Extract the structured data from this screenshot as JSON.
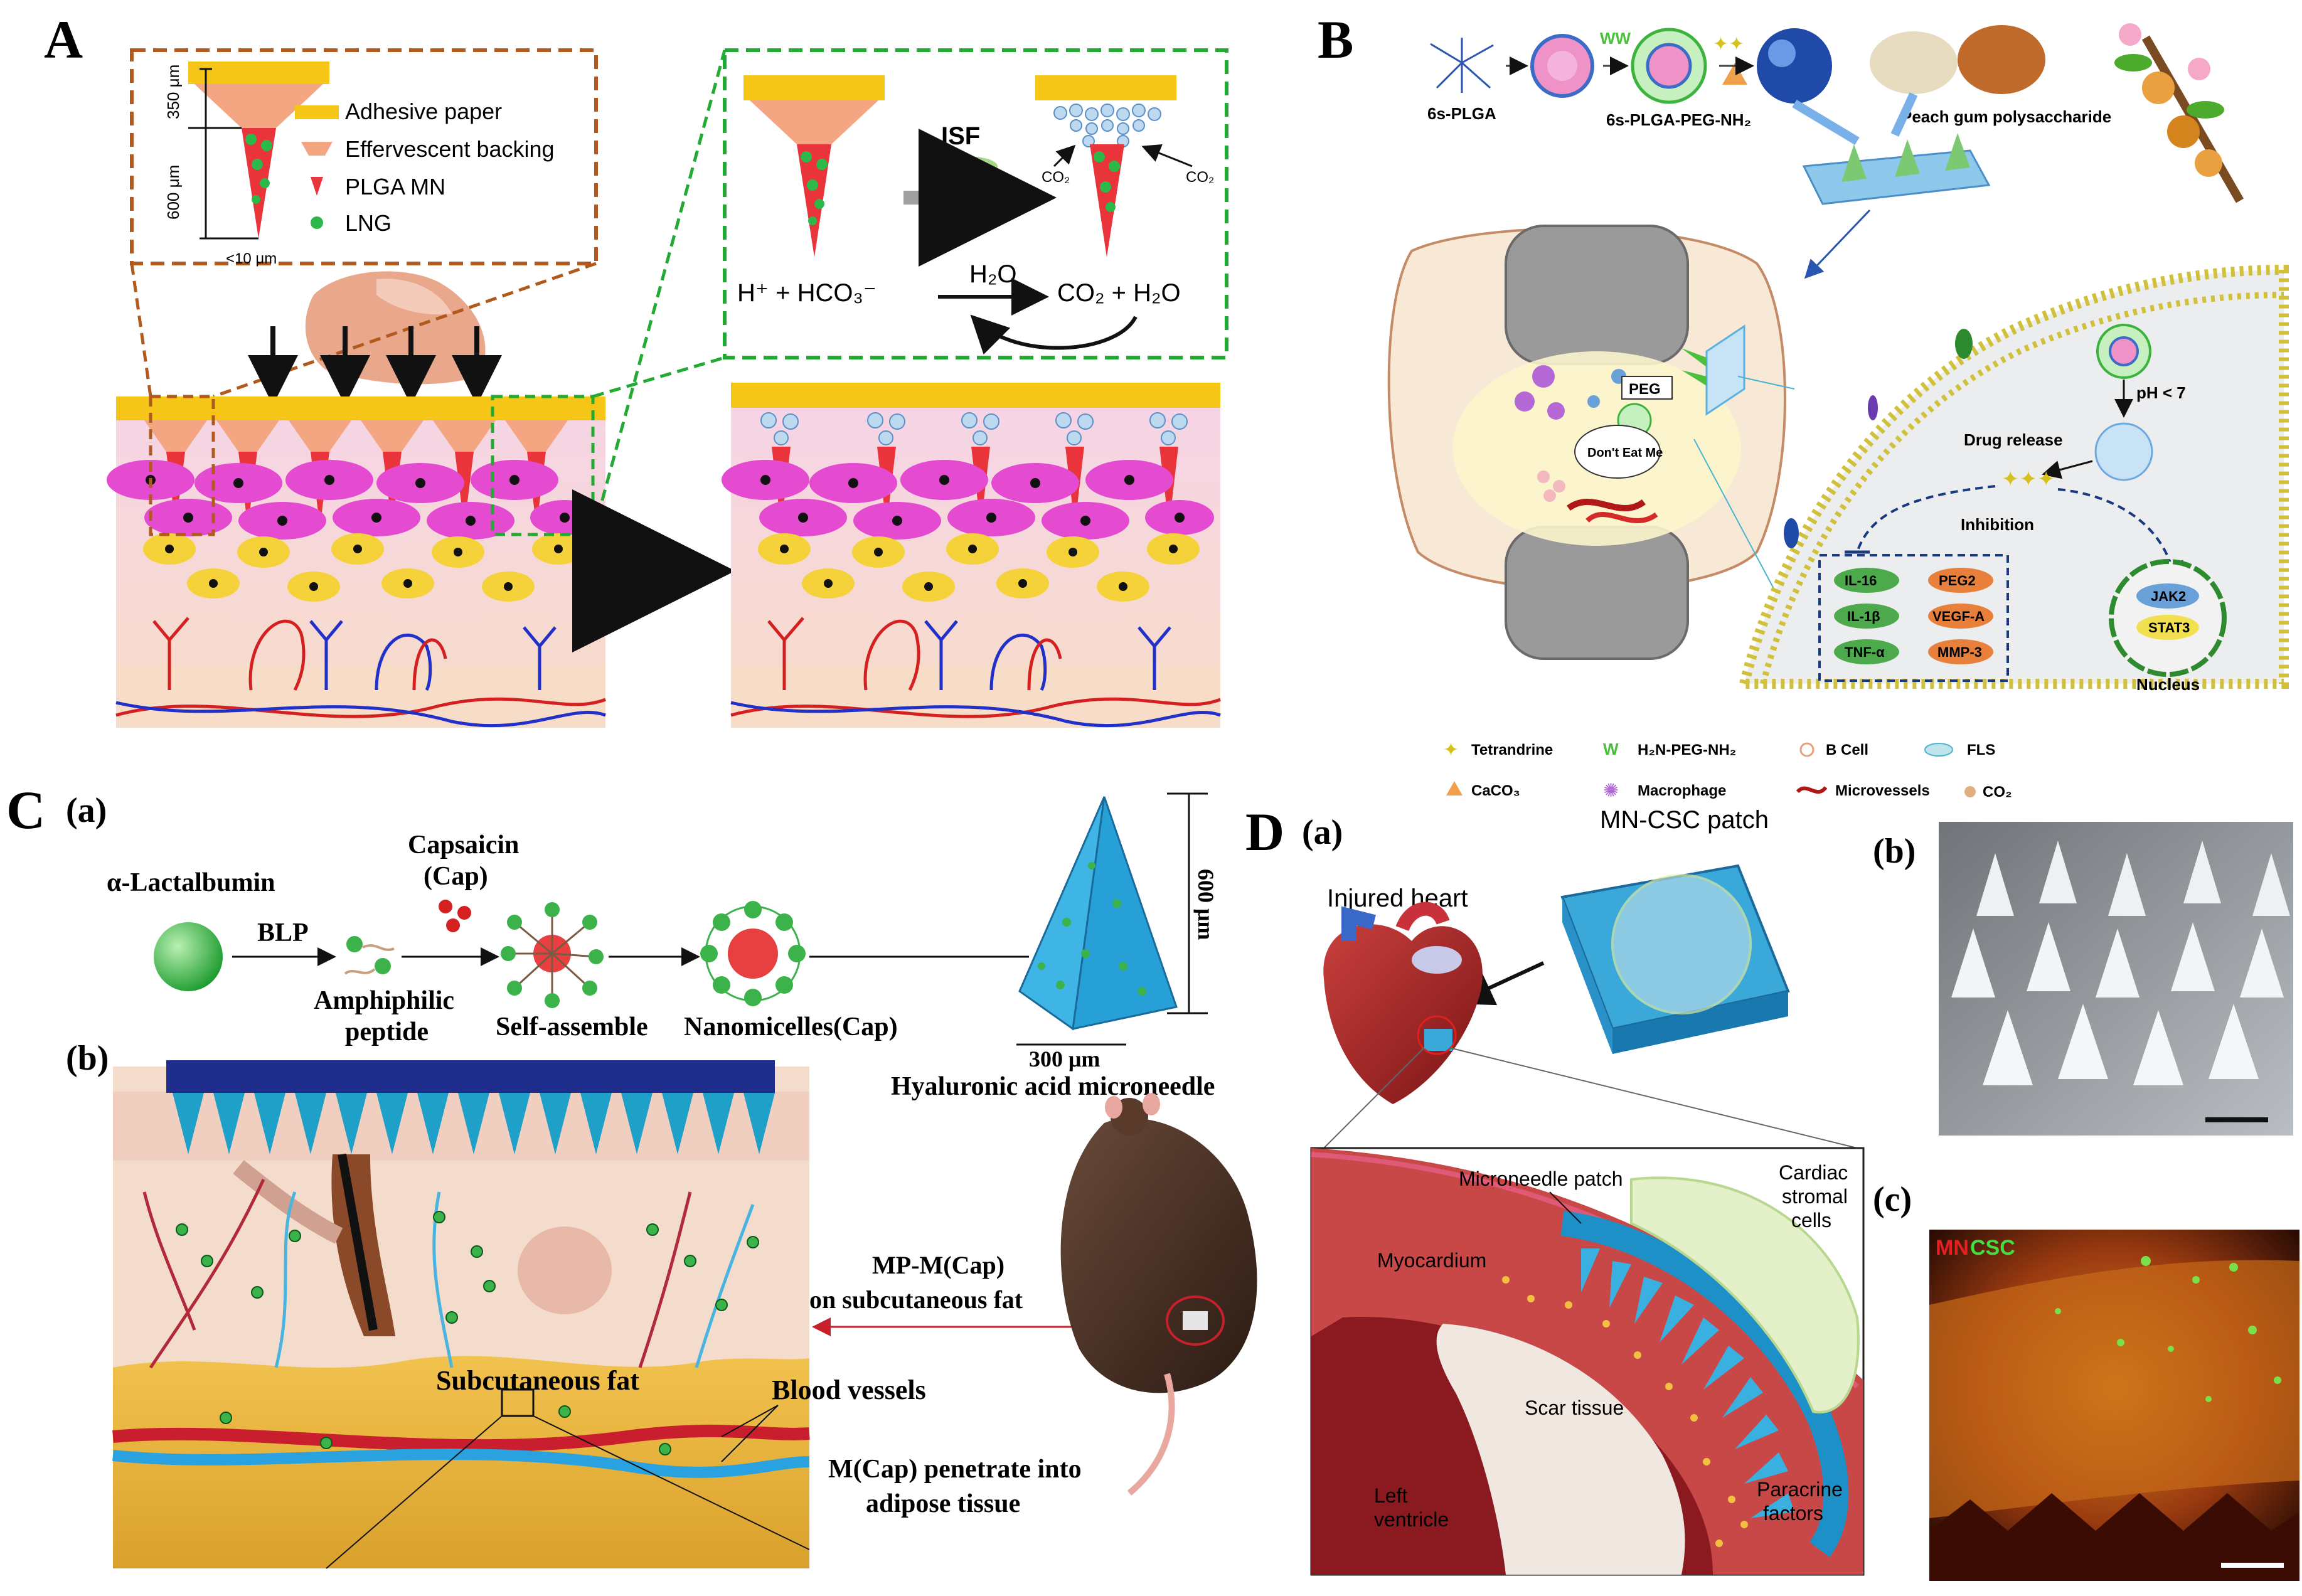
{
  "panels": {
    "A": {
      "letter": "A",
      "dims": {
        "back": "350 μm",
        "needle": "600 μm",
        "tip": "<10 μm"
      },
      "legend": [
        "Adhesive paper",
        "Effervescent backing",
        "PLGA MN",
        "LNG"
      ],
      "reaction": {
        "isf": "ISF",
        "co2_left": "CO₂",
        "co2_right": "CO₂",
        "left": "H⁺ + HCO₃⁻",
        "water": "H₂O",
        "right": "CO₂ + H₂O"
      }
    },
    "B": {
      "letter": "B",
      "labels": {
        "plga": "6s-PLGA",
        "peg": "6s-PLGA-PEG-NH₂",
        "gum": "Peach gum polysaccharide",
        "peg_tag": "PEG",
        "dont_eat": "Don't Eat Me",
        "ph": "pH < 7",
        "drug_release": "Drug release",
        "inhibition": "Inhibition",
        "nucleus": "Nucleus"
      },
      "cytokines": [
        "IL-16",
        "IL-1β",
        "TNF-α"
      ],
      "cytokines_right": [
        "PEG2",
        "VEGF-A",
        "MMP-3"
      ],
      "nucleus_items": [
        "JAK2",
        "STAT3"
      ],
      "legend": [
        "Tetrandrine",
        "H₂N-PEG-NH₂",
        "B Cell",
        "FLS",
        "CaCO₃",
        "Macrophage",
        "Microvessels",
        "CO₂"
      ]
    },
    "C": {
      "letter": "C",
      "sub_a": "(a)",
      "sub_b": "(b)",
      "labels": {
        "lactalbumin": "α-Lactalbumin",
        "blp": "BLP",
        "capsaicin": "Capsaicin",
        "cap": "(Cap)",
        "amphiphilic": "Amphiphilic",
        "peptide": "peptide",
        "self_assemble": "Self-assemble",
        "nanomicelles": "Nanomicelles(Cap)",
        "height": "600 μm",
        "width": "300 μm",
        "microneedle": "Hyaluronic acid microneedle",
        "mp_m": "MP-M(Cap)",
        "on_fat": "on subcutaneous fat",
        "subcutaneous": "Subcutaneous fat",
        "blood": "Blood vessels",
        "penetrate1": "M(Cap) penetrate into",
        "penetrate2": "adipose tissue"
      }
    },
    "D": {
      "letter": "D",
      "sub_a": "(a)",
      "sub_b": "(b)",
      "sub_c": "(c)",
      "labels": {
        "patch": "MN-CSC patch",
        "injured": "Injured heart",
        "mn_patch": "Microneedle patch",
        "cardiac1": "Cardiac",
        "cardiac2": "stromal",
        "cardiac3": "cells",
        "myocardium": "Myocardium",
        "scar": "Scar tissue",
        "left1": "Left",
        "left2": "ventricle",
        "paracrine1": "Paracrine",
        "paracrine2": "factors",
        "mn": "MN",
        "csc": "CSC"
      }
    }
  },
  "colors": {
    "adhesive": "#f5c518",
    "backing": "#f4a582",
    "needle": "#e8343a",
    "drug": "#2db84a",
    "dash_brown": "#b05a1e",
    "dash_green": "#22aa33",
    "mn_blue": "#29a3d6",
    "fat": "#e6b640"
  }
}
